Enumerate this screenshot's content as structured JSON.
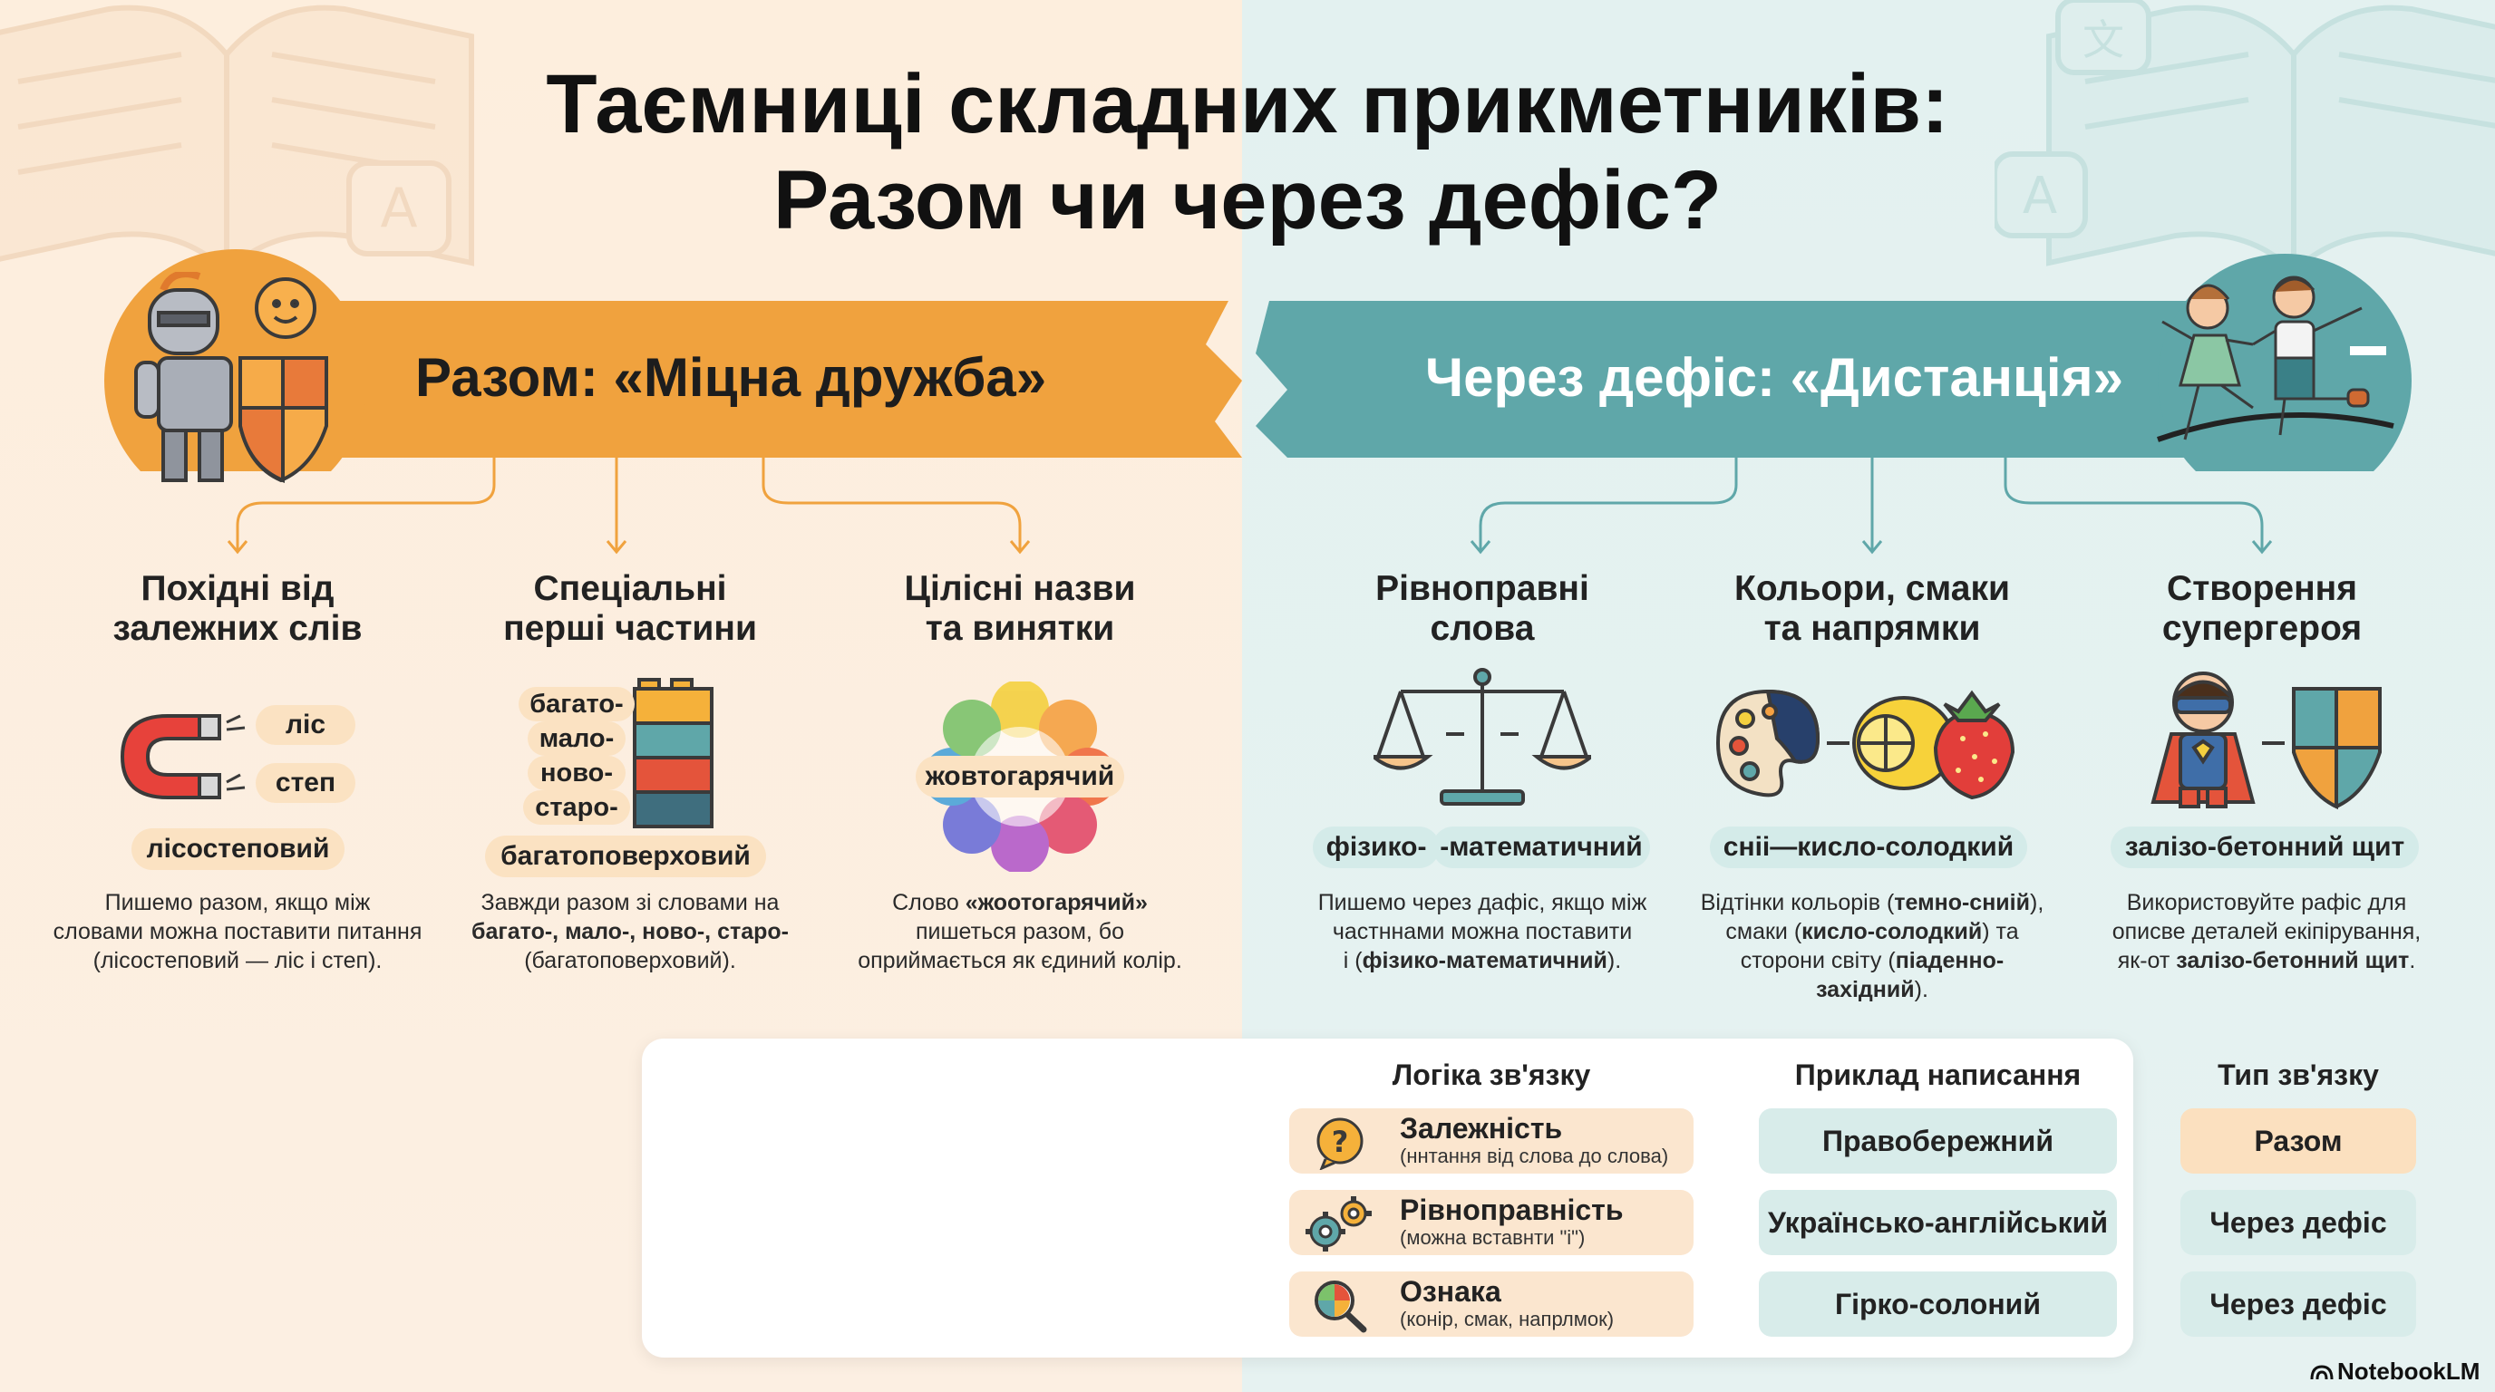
{
  "title": {
    "line1": "Таємниці складних прикметників:",
    "line2": "Разом чи через дефіс?"
  },
  "colors": {
    "orange": "#f0a23e",
    "teal": "#5fa7a9",
    "orange_light": "#fbe2c2",
    "teal_light": "#d4ebe9"
  },
  "left": {
    "banner": "Разом: «Міцна дружба»",
    "rules": [
      {
        "heading1": "Похідні від",
        "heading2": "залежних слів",
        "words": [
          "ліс",
          "степ"
        ],
        "result": "лісостеповий",
        "desc1": "Пишемо разом, якщо між",
        "desc2": "словами можна поставити питання",
        "desc3": "(лісостеповий — ліс і степ)."
      },
      {
        "heading1": "Спеціальні",
        "heading2": "перші частини",
        "prefixes": [
          "багато-",
          "мало-",
          "ново-",
          "старо-"
        ],
        "result": "багатоповерховий",
        "desc1": "Завжди разом зі словами на",
        "desc2": "багато-, мало-, ново-, старо-",
        "desc3": "(багатоповерховий)."
      },
      {
        "heading1": "Цілісні назви",
        "heading2": "та винятки",
        "result": "жовтогарячий",
        "desc1_pre": "Слово ",
        "desc1_b": "«жоотогарячий»",
        "desc2": "пишеться разом, бо",
        "desc3": "оприймається як єдиний колір."
      }
    ]
  },
  "right": {
    "banner": "Через дефіс: «Дистанція»",
    "rules": [
      {
        "heading1": "Рівноправні",
        "heading2": "слова",
        "result_a": "фізико-",
        "result_b": "-математичний",
        "desc1": "Пишемо через дафіс, якщо між",
        "desc2": "частннами можна поставити",
        "desc3_pre": "і (",
        "desc3_b": "фізико-математичний",
        "desc3_post": ")."
      },
      {
        "heading1": "Кольори, смаки",
        "heading2": "та напрямки",
        "result": "сніі—кисло-солодкий",
        "desc1_pre": "Відтінки кольорів (",
        "desc1_b": "темно-сниій",
        "desc1_post": "),",
        "desc2_pre": "смаки (",
        "desc2_b": "кисло-солодкий",
        "desc2_post": ") та",
        "desc3_pre": "сторони світу (",
        "desc3_b": "піаденно-західний",
        "desc3_post": ")."
      },
      {
        "heading1": "Створення",
        "heading2": "супергероя",
        "result": "залізо-бетонний щит",
        "desc1": "Використовуйте рафіс для",
        "desc2": "описве деталей екіпірування,",
        "desc3_pre": "як-от ",
        "desc3_b": "залізо-бетонний щит",
        "desc3_post": "."
      }
    ]
  },
  "table": {
    "headers": [
      "Логіка зв'язку",
      "Приклад написання",
      "Тип зв'язку"
    ],
    "rows": [
      {
        "icon": "question-icon",
        "logic": "Залежність",
        "logic_sub": "(ннтання від слова до слова)",
        "example": "Правобережний",
        "type": "Разом"
      },
      {
        "icon": "gears-icon",
        "logic": "Рівноправність",
        "logic_sub": "(можна вставнти \"і\")",
        "example": "Українсько-англійський",
        "type": "Через дефіс"
      },
      {
        "icon": "magnifier-icon",
        "logic": "Ознака",
        "logic_sub": "(конір, смак, напрлмок)",
        "example": "Гірко-солоний",
        "type": "Через дефіс"
      }
    ]
  },
  "brand": "NotebookLM"
}
